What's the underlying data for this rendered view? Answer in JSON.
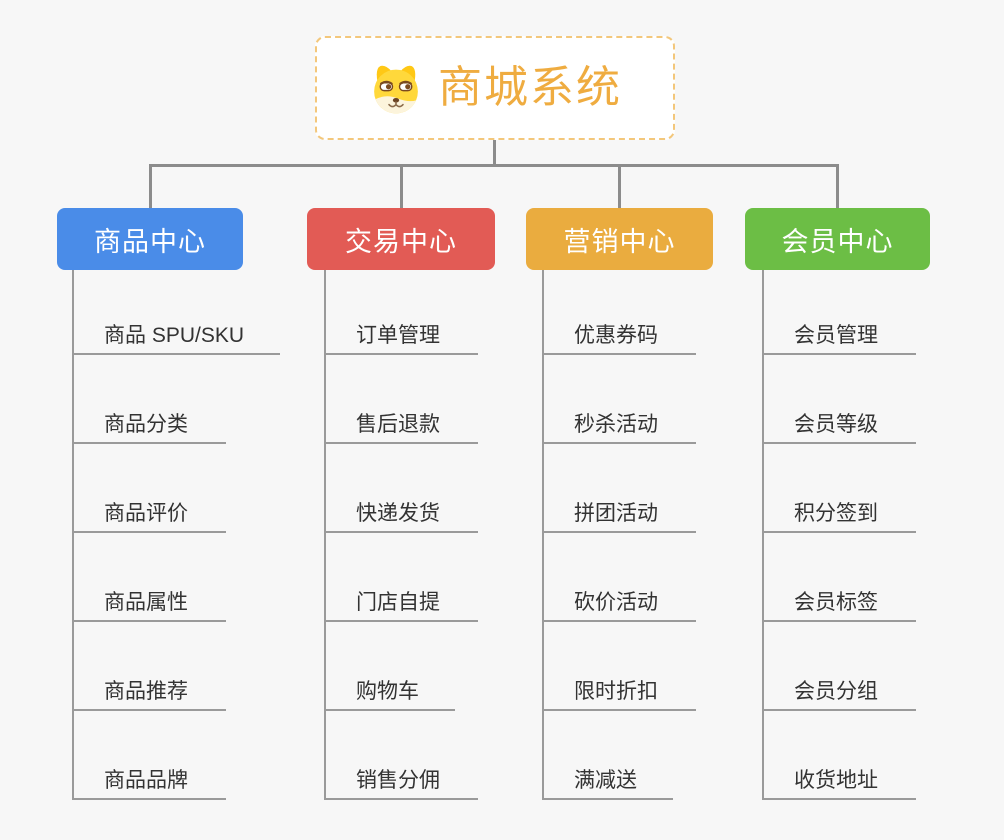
{
  "root": {
    "title": "商城系统",
    "icon": "dog-face-icon"
  },
  "branches": [
    {
      "label": "商品中心",
      "color": "#4a8ce8",
      "items": [
        "商品 SPU/SKU",
        "商品分类",
        "商品评价",
        "商品属性",
        "商品推荐",
        "商品品牌"
      ]
    },
    {
      "label": "交易中心",
      "color": "#e25b55",
      "items": [
        "订单管理",
        "售后退款",
        "快递发货",
        "门店自提",
        "购物车",
        "销售分佣"
      ]
    },
    {
      "label": "营销中心",
      "color": "#eaac3f",
      "items": [
        "优惠券码",
        "秒杀活动",
        "拼团活动",
        "砍价活动",
        "限时折扣",
        "满减送"
      ]
    },
    {
      "label": "会员中心",
      "color": "#6cbe45",
      "items": [
        "会员管理",
        "会员等级",
        "积分签到",
        "会员标签",
        "会员分组",
        "收货地址"
      ]
    }
  ],
  "colors": {
    "background": "#f7f7f7",
    "connector": "#8c8c8c",
    "underline": "#9a9a9a",
    "root_border": "#f3c77b",
    "root_text": "#efac40",
    "leaf_text": "#333333",
    "branch_text": "#ffffff"
  }
}
